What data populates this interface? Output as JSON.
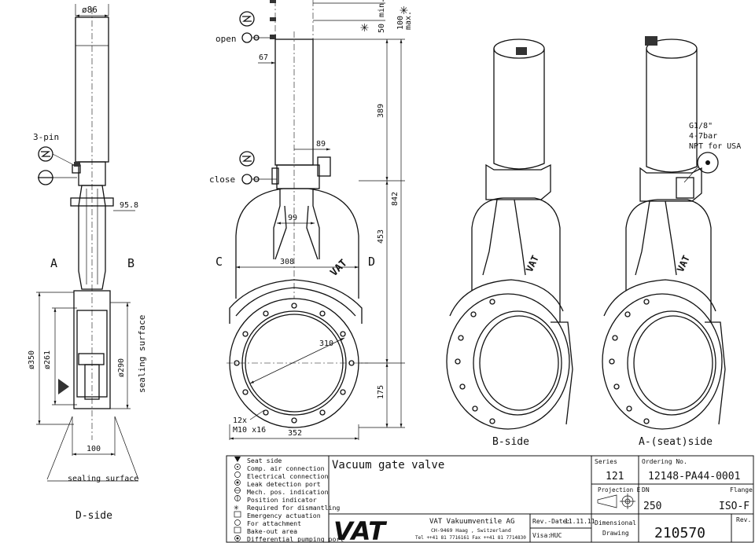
{
  "dimensions": {
    "d86": "ø86",
    "pin3": "3-pin",
    "d958": "95.8",
    "d350": "ø350",
    "d261": "ø261",
    "d290": "ø290",
    "d100": "100",
    "min": "min.",
    "max": "max.",
    "d50": "50",
    "d100b": "100",
    "d67": "67",
    "d389": "389",
    "d89": "89",
    "d842": "842",
    "d99": "99",
    "d453": "453",
    "d308": "308",
    "d310": "310",
    "d175": "175",
    "holes": "12x",
    "bolt": "M10 x16",
    "d352": "352",
    "npt1": "G1/8\"",
    "npt2": "4-7bar",
    "npt3": "NPT for USA"
  },
  "labels": {
    "open": "open",
    "close": "close",
    "A": "A",
    "B": "B",
    "C": "C",
    "D": "D",
    "sealing_surface_v": "sealing surface",
    "sealing_surface_h": "sealing surface",
    "d_side": "D-side",
    "b_side": "B-side",
    "a_side": "A-(seat)side",
    "logo_mark": "VAT"
  },
  "legend": [
    "Seat side",
    "Comp. air connection",
    "Electrical connection",
    "Leak detection port",
    "Mech. pos. indication",
    "Position indicator",
    "Required for dismantling",
    "Emergency actuation",
    "For attachment",
    "Bake-out area",
    "Differential pumping port"
  ],
  "title_block": {
    "title": "Vacuum gate valve",
    "logo": "VAT",
    "company": "VAT Vakuumventile AG",
    "address": "CH-9469 Haag , Switzerland",
    "tel": "Tel ++41 81 7716161 Fax ++41 81 7714830",
    "rev_date_label": "Rev.-Date:",
    "rev_date": "11.11.11",
    "visa_label": "Visa:",
    "visa": "HUC",
    "series_label": "Series",
    "series": "121",
    "ordering_label": "Ordering No.",
    "ordering": "12148-PA44-0001",
    "projection_label": "Projection E",
    "dn_label": "DN",
    "dn": "250",
    "flange_label": "Flange",
    "flange": "ISO-F",
    "dimensional_label1": "Dimensional",
    "dimensional_label2": "Drawing",
    "drawing_no": "210570",
    "rev_label": "Rev."
  }
}
